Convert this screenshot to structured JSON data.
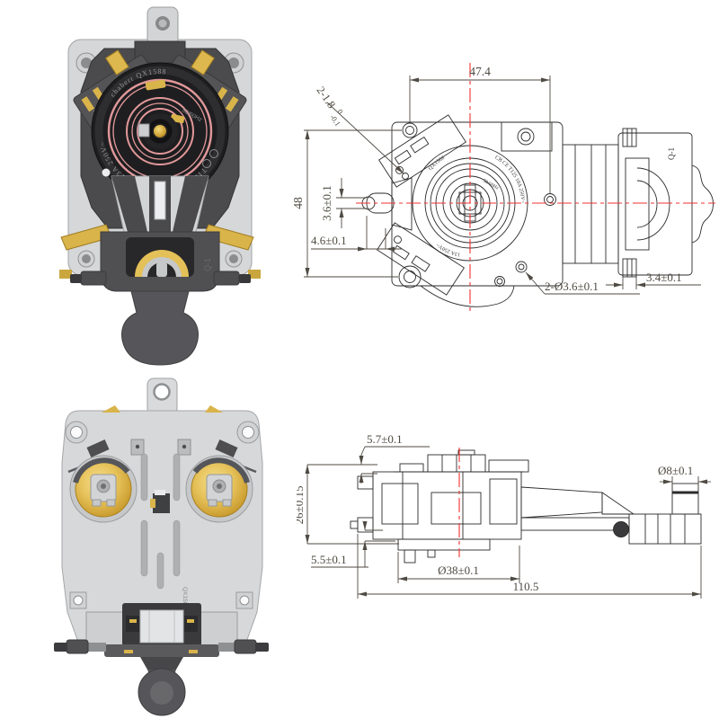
{
  "colors": {
    "centerline_red": "#f23030",
    "drawing_line": "#2b2b2b",
    "dimension_text": "#4f4a42",
    "brass": "#d9b44a",
    "gold_disc": "#e0b84e",
    "pink_ring": "#e2989a",
    "housing_dark": "#4b4b4d",
    "metal_light": "#d5d7d9",
    "disc_black": "#1e1e20"
  },
  "photo_top": {
    "terminal_marking": "N",
    "lever_marking": "Q-1",
    "disc_brand": "chaberr  QX1588",
    "disc_rating_left": "13A 250V~",
    "disc_rating_bottom": "T125 10A 250V~",
    "disc_frequency": "50/60Hz"
  },
  "photo_bottom": {
    "model_marking": "QX1588"
  },
  "top_view": {
    "dim_width": "47.4",
    "dim_holes_small": "2-1.8",
    "dim_holes_small_tol_upper": "0",
    "dim_holes_small_tol_lower": "-0.1",
    "dim_height": "48",
    "dim_probe_height": "3.6±0.1",
    "dim_probe_offset": "4.6±0.1",
    "dim_mount_holes": "2-Ø3.6±0.1",
    "dim_pin_width": "3.4±0.1",
    "lever_marking": "Q-1",
    "ring_model": "QX1588",
    "ring_rating": "CB CE T125 10A 250V~",
    "ring_rating2": "13A 250V~",
    "ring_freq": "50/60Hz"
  },
  "side_view": {
    "dim_top_step": "5.7±0.1",
    "dim_height": "26±0.15",
    "dim_bottom_step": "5.5±0.1",
    "dim_disc_diameter": "Ø38±0.1",
    "dim_total_length": "110.5",
    "dim_shaft_diameter": "Ø8±0.1"
  }
}
